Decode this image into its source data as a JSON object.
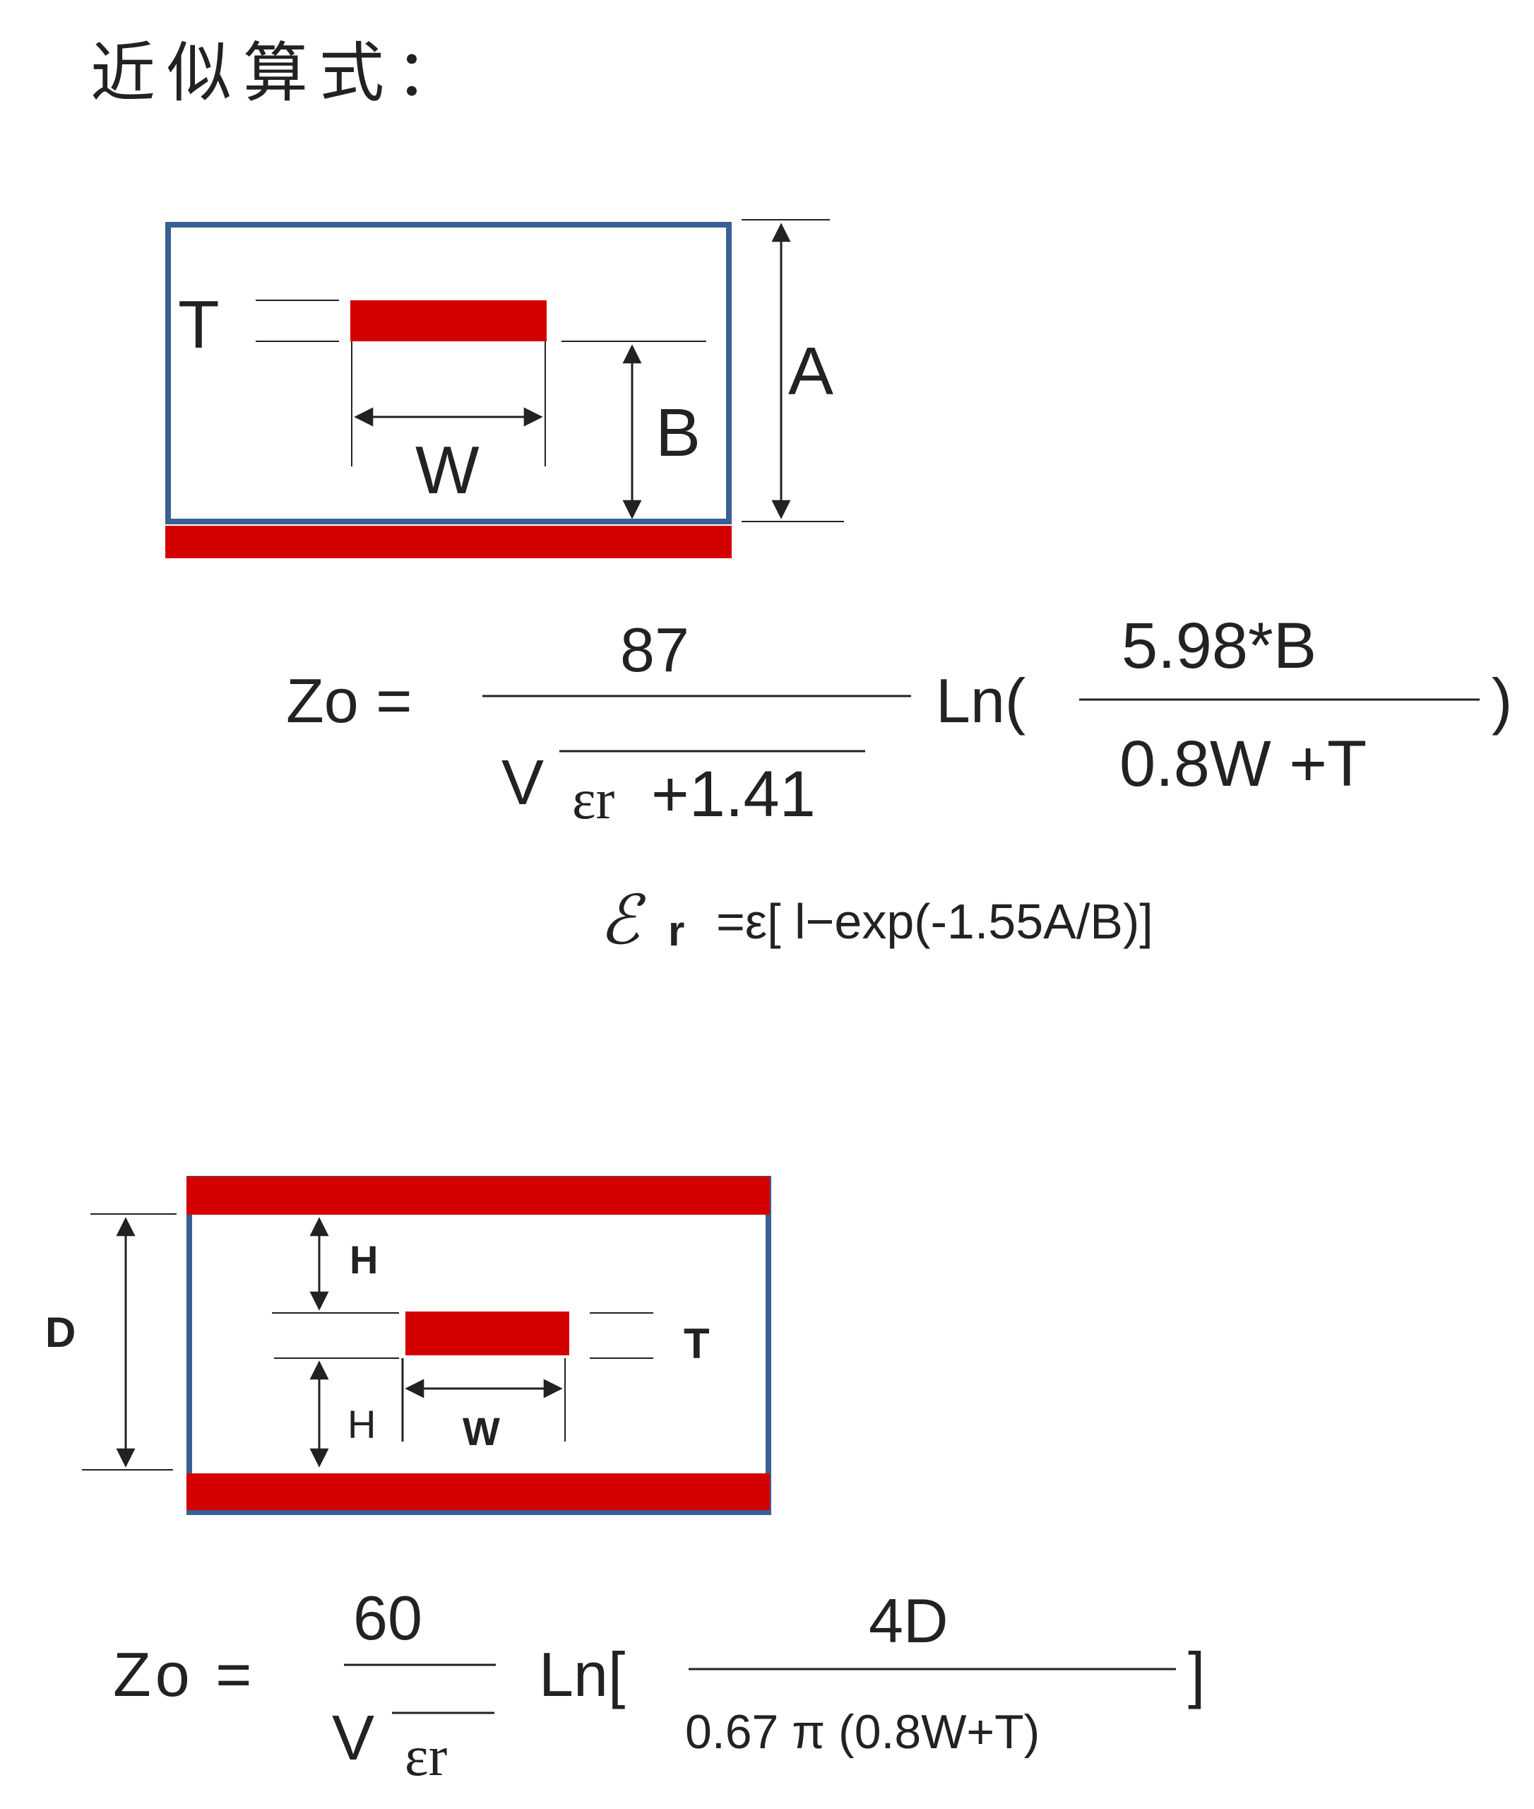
{
  "title": "近似算式：",
  "colors": {
    "frame": "#3a5f95",
    "conductor": "#d40000",
    "line": "#222222",
    "text": "#222222"
  },
  "figure1": {
    "labels": {
      "t": "T",
      "w": "W",
      "b": "B",
      "a": "A"
    },
    "formula": {
      "lhs": "Zo =",
      "numerator": "87",
      "sqrt_sign": "V",
      "eps": "εr",
      "denominator_rest": "+1.41",
      "ln": "Ln(",
      "arg_numerator": "5.98*B",
      "arg_denominator": "0.8W +T",
      "close": ")"
    },
    "eps_formula": {
      "symbol": "ℰ",
      "sub": "r",
      "rhs": "=ε[ l−exp(-1.55A/B)]"
    }
  },
  "figure2": {
    "labels": {
      "d": "D",
      "h_top": "H",
      "h_bottom": "H",
      "t": "T",
      "w": "W"
    },
    "formula": {
      "lhs": "Zo =",
      "numerator": "60",
      "sqrt_sign": "V",
      "eps": "εr",
      "ln": "Ln[",
      "arg_numerator": "4D",
      "arg_denominator": "0.67 π (0.8W+T)",
      "close": "]"
    }
  }
}
